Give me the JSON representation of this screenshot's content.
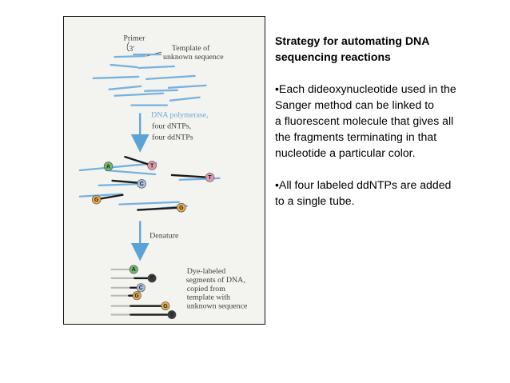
{
  "figure": {
    "labels": {
      "primer": "Primer",
      "three_prime": "3′",
      "template_line1": "Template of",
      "template_line2": "unknown sequence",
      "reagents_line1": "DNA polymerase,",
      "reagents_line2": "four dNTPs,",
      "reagents_line3": "four ddNTPs",
      "denature": "Denature",
      "dye_line1": "Dye-labeled",
      "dye_line2": "segments of DNA,",
      "dye_line3": "copied from",
      "dye_line4": "template with",
      "dye_line5": "unknown sequence"
    },
    "bases": {
      "a": "A",
      "t": "T",
      "c": "C",
      "g": "G"
    },
    "colors": {
      "panel_background": "#f3f3ef",
      "dna_blue": "#76b2e0",
      "arrow_blue": "#5aa3d8",
      "base_a": "#6db86b",
      "base_t": "#df99ad",
      "base_c": "#a9bfdc",
      "base_g": "#e3a94d"
    }
  },
  "text": {
    "title": "Strategy for automating DNA\nsequencing reactions",
    "bullets": [
      "•Each dideoxynucleotide used in the\nSanger method can be linked to\na fluorescent molecule that gives all\nthe fragments terminating in that\nnucleotide a particular color.",
      "•All four labeled ddNTPs are added\nto a single tube."
    ]
  }
}
